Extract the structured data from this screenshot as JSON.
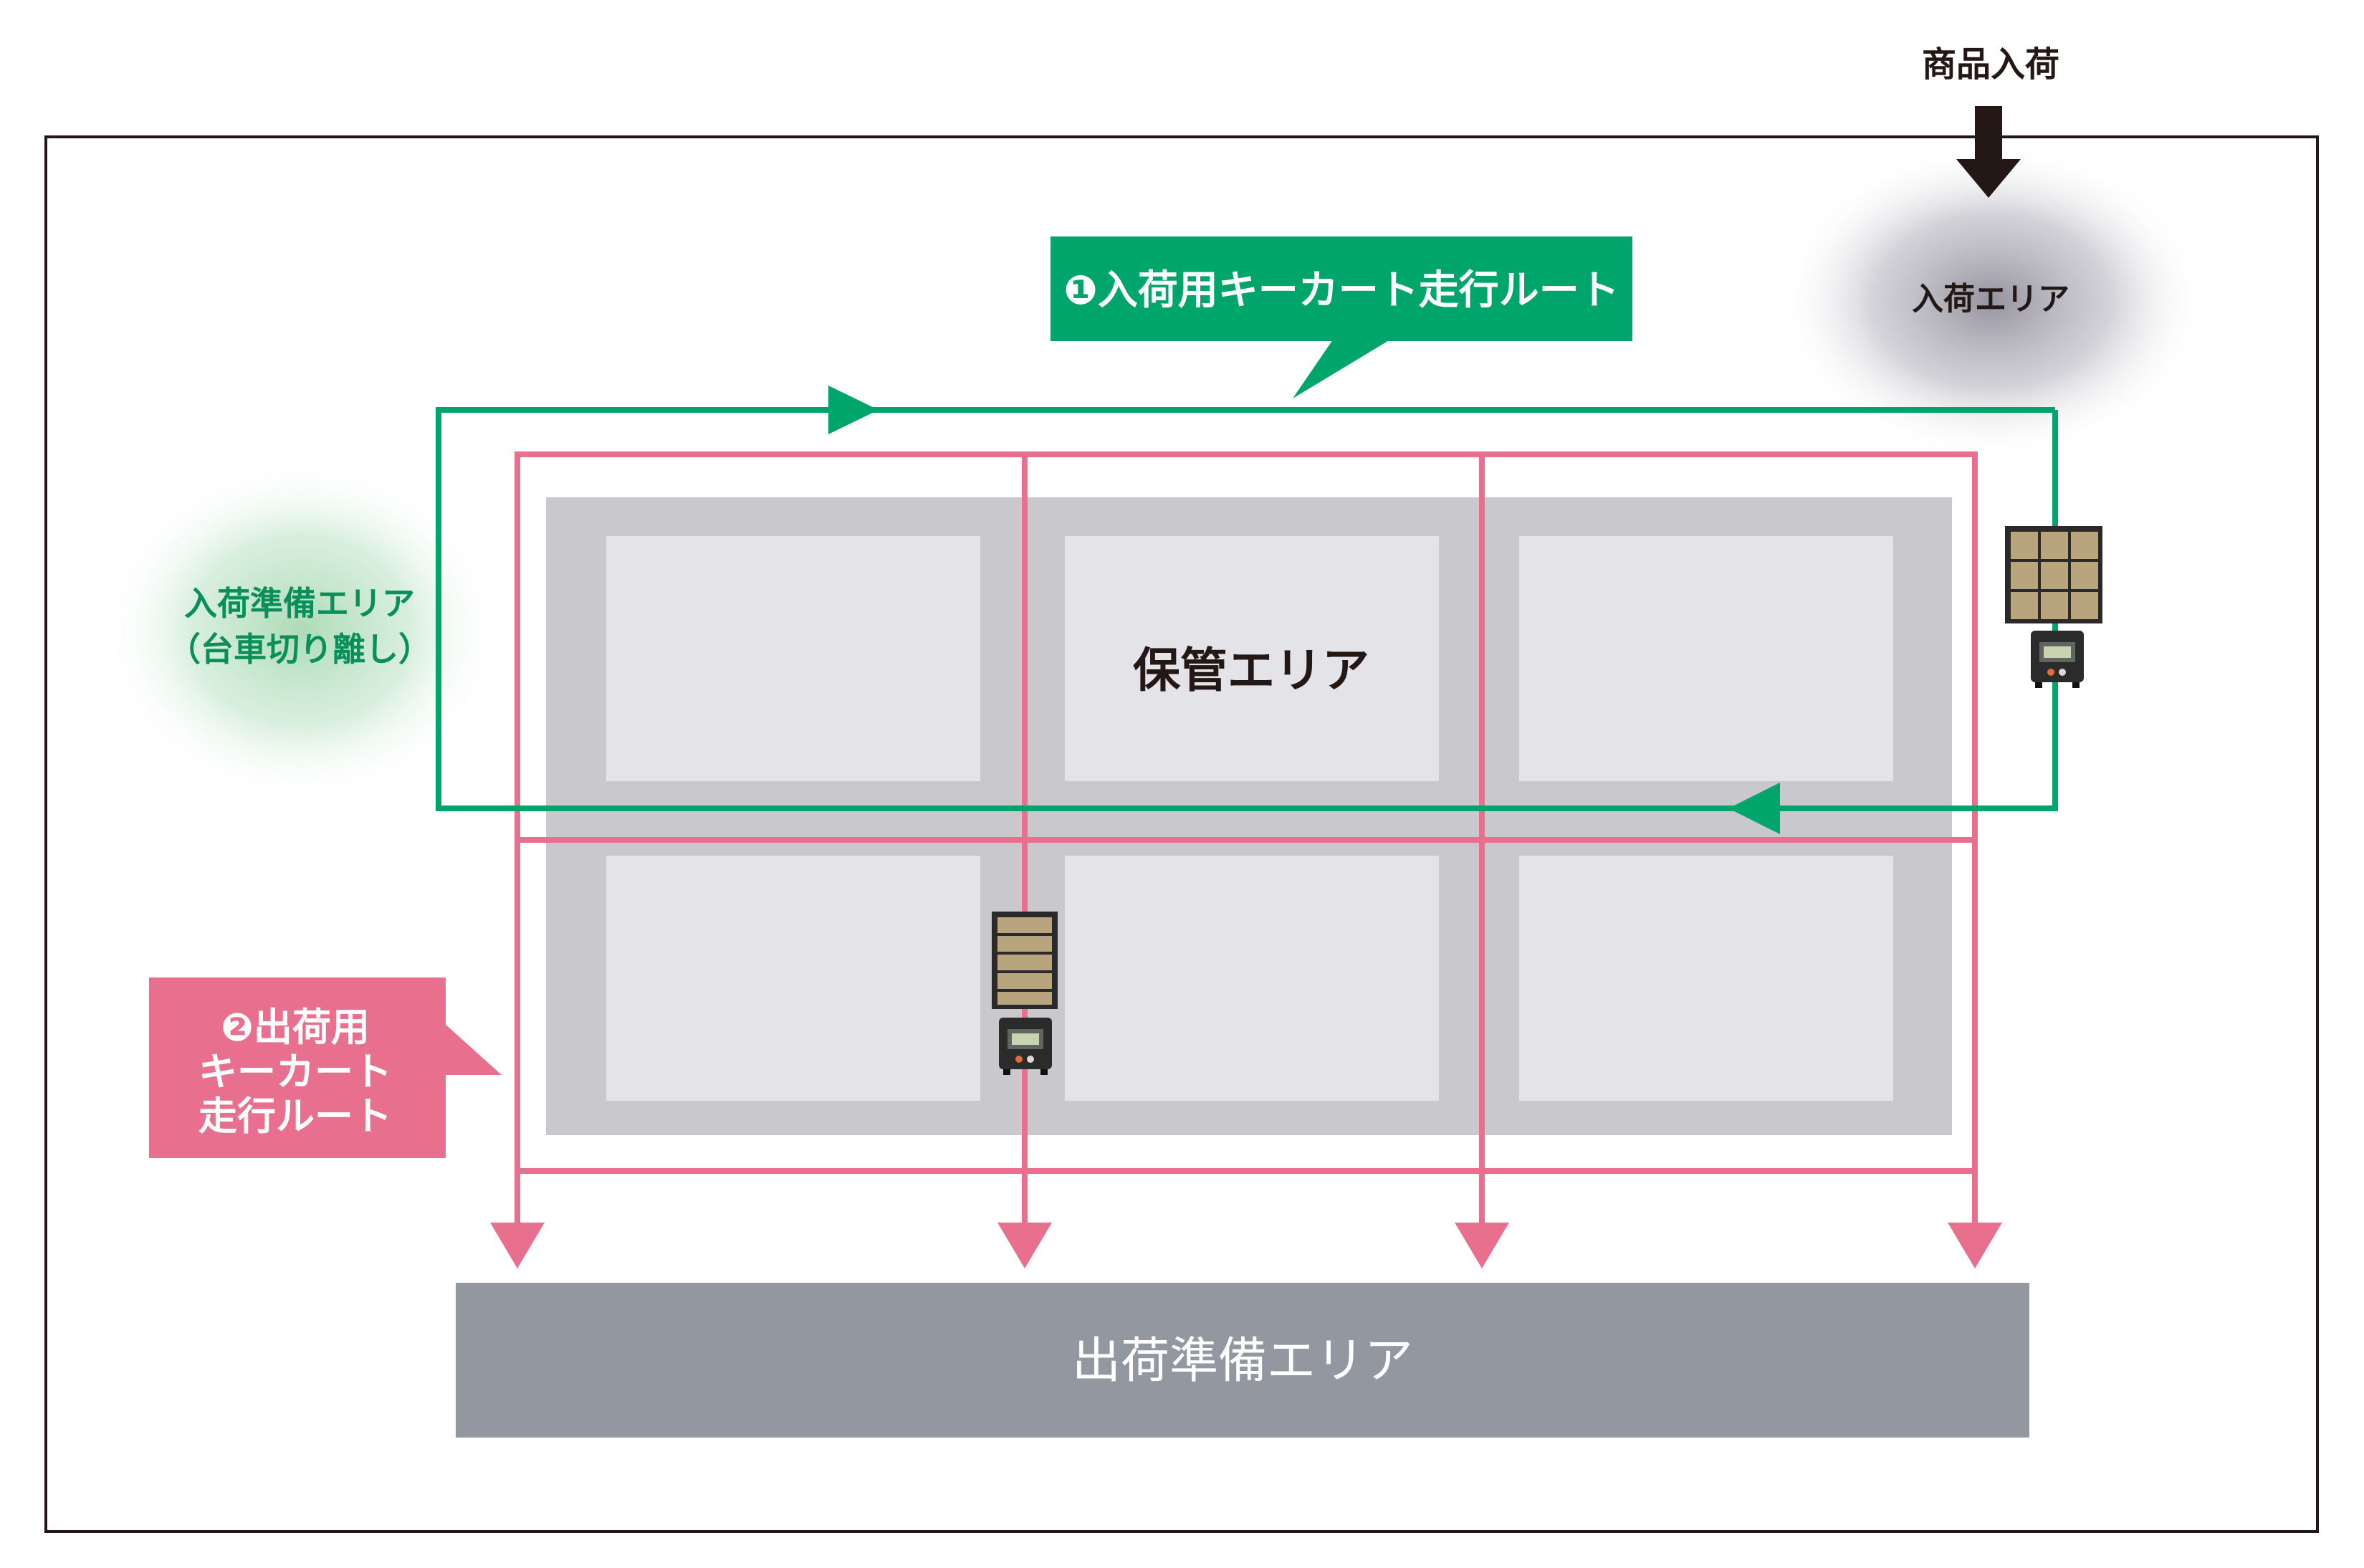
{
  "labels": {
    "goods_arrival": "商品入荷",
    "receiving_area": "入荷エリア",
    "inbound_prep_line1": "入荷準備エリア",
    "inbound_prep_line2": "（台車切り離し）",
    "storage_area": "保管エリア",
    "shipping_prep_area": "出荷準備エリア",
    "inbound_route": "❶入荷用キーカート走行ルート",
    "outbound_route_line1": "❷出荷用",
    "outbound_route_line2": "キーカート",
    "outbound_route_line3": "走行ルート"
  },
  "colors": {
    "inbound_route": "#00a56b",
    "outbound_route": "#e8708e",
    "storage_outer": "#c8c8cd",
    "storage_block": "#e4e4e8",
    "shipping_prep": "#93979f",
    "arrival_arrow": "#231815"
  }
}
